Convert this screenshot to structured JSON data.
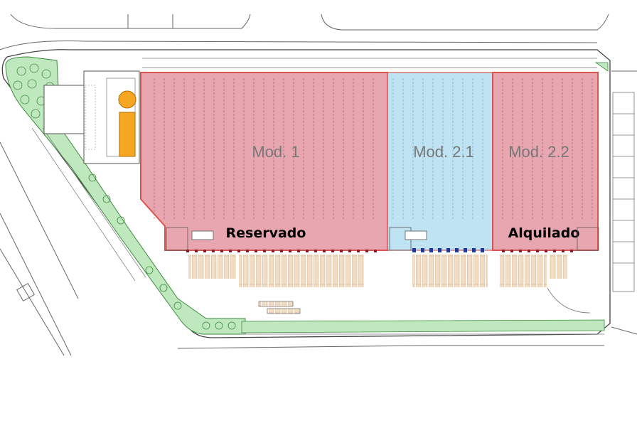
{
  "plan": {
    "modules": [
      {
        "label": "Mod. 1",
        "status": "Reservado",
        "fill": "#e8a7b0",
        "stroke": "#d9534f"
      },
      {
        "label": "Mod. 2.1",
        "status": "",
        "fill": "#bfe3f2",
        "stroke": "#d9534f"
      },
      {
        "label": "Mod. 2.2",
        "status": "Alquilado",
        "fill": "#e8a7b0",
        "stroke": "#d9534f"
      }
    ],
    "colors": {
      "green_area": "#bfe8bf",
      "lines": "#555555",
      "dock_blue": "#1f3a93",
      "dock_red": "#8b1a2b",
      "dock_bays": "#f2dcc2",
      "orange": "#f5a623"
    }
  }
}
